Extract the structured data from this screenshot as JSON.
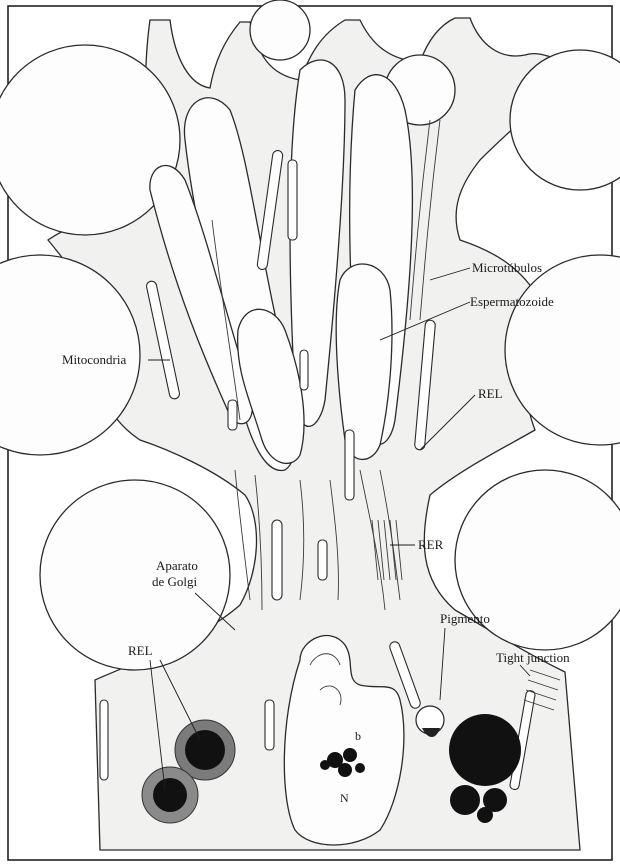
{
  "labels": {
    "microtubulos": "Microtúbulos",
    "espermatozoide": "Espermatozoide",
    "mitocondria": "Mitocondria",
    "rel_upper": "REL",
    "rer": "RER",
    "golgi_line1": "Aparato",
    "golgi_line2": "de Golgi",
    "pigmento": "Pigmento",
    "tight_junction": "Tight junction",
    "rel_lower": "REL",
    "nucleolus": "b",
    "nucleus": "N"
  }
}
